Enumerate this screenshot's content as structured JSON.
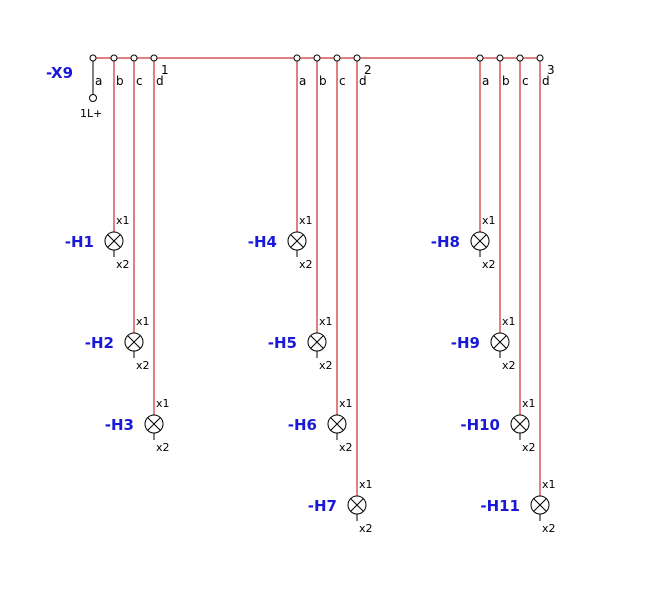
{
  "strip": {
    "label": "-X9",
    "supply": "1L+",
    "pin_letters": [
      "a",
      "b",
      "c",
      "d"
    ],
    "group_numbers": [
      "1",
      "2",
      "3"
    ]
  },
  "pin_labels": {
    "in": "x1",
    "out": "x2"
  },
  "lamps": [
    {
      "label": "-H1",
      "group": 0,
      "pin": 1,
      "row": 0
    },
    {
      "label": "-H2",
      "group": 0,
      "pin": 2,
      "row": 1
    },
    {
      "label": "-H3",
      "group": 0,
      "pin": 3,
      "row": 2
    },
    {
      "label": "-H4",
      "group": 1,
      "pin": 0,
      "row": 0
    },
    {
      "label": "-H5",
      "group": 1,
      "pin": 1,
      "row": 1
    },
    {
      "label": "-H6",
      "group": 1,
      "pin": 2,
      "row": 2
    },
    {
      "label": "-H7",
      "group": 1,
      "pin": 3,
      "row": 3
    },
    {
      "label": "-H8",
      "group": 2,
      "pin": 0,
      "row": 0
    },
    {
      "label": "-H9",
      "group": 2,
      "pin": 1,
      "row": 1
    },
    {
      "label": "-H10",
      "group": 2,
      "pin": 2,
      "row": 2
    },
    {
      "label": "-H11",
      "group": 2,
      "pin": 3,
      "row": 3
    }
  ],
  "colors": {
    "wire": "#c00000",
    "label": "#1a1ad6"
  }
}
